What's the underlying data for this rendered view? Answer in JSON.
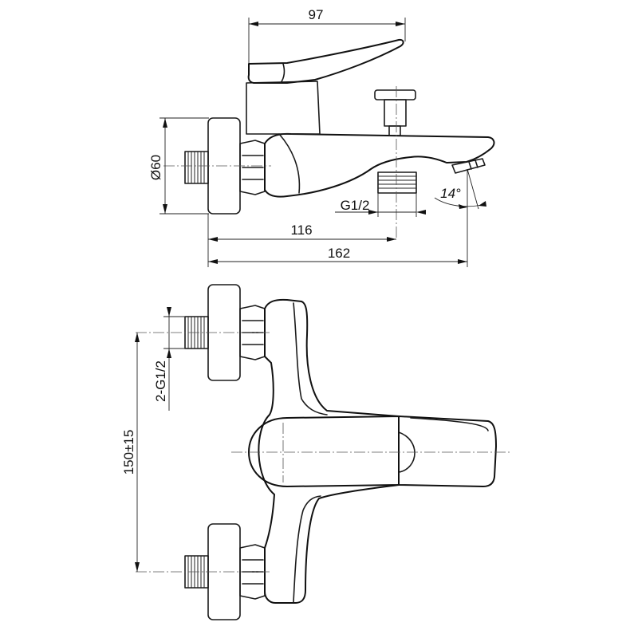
{
  "dimensions": {
    "top_width": "97",
    "diameter": "Ø60",
    "inlet_thread": "G1/2",
    "angle": "14°",
    "spout_length": "116",
    "overall_length": "162",
    "inlet_thread_count": "2-G1/2",
    "inlet_spacing": "150±15"
  }
}
